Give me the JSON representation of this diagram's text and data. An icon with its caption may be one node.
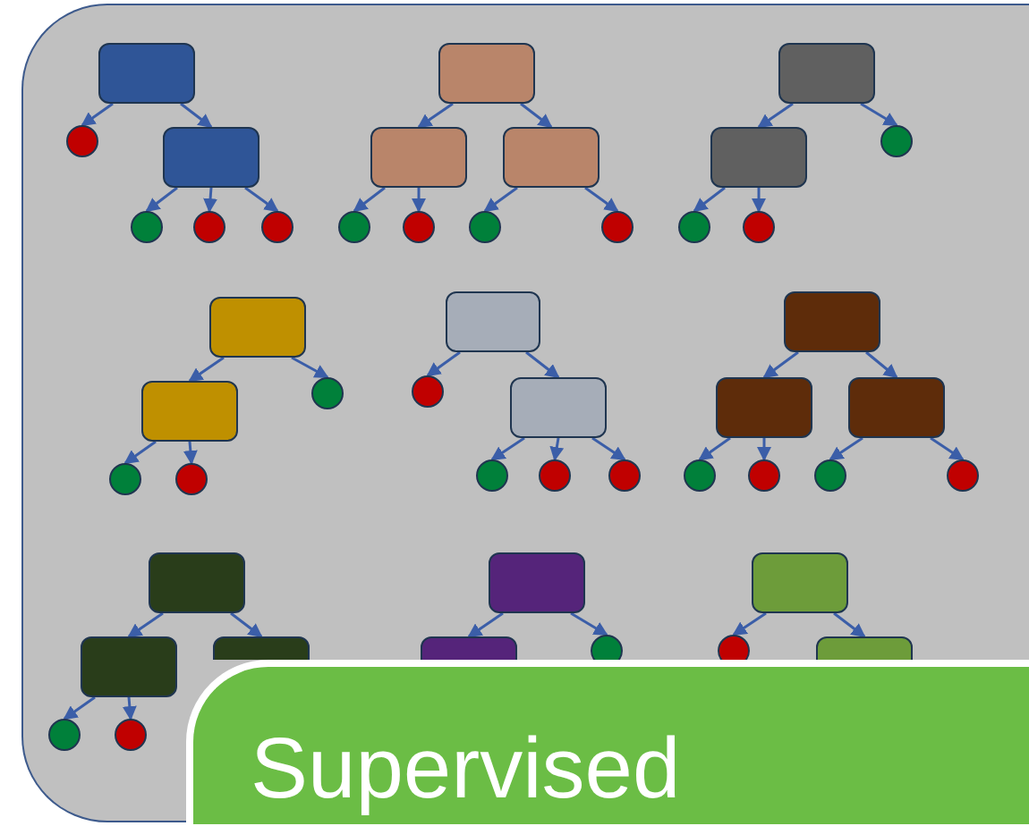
{
  "diagram": {
    "nodes": [
      {
        "text": [],
        "shape": "box"
      },
      {
        "text": [],
        "shape": "box",
        "in": 0
      },
      {
        "text": [],
        "shape": "circle",
        "in": 0
      },
      {
        "text": [],
        "shape": "box",
        "in": 0
      },
      {
        "text": [],
        "shape": "circle",
        "in": 0
      },
      {
        "text": [],
        "shape": "circle",
        "in": 0
      },
      {
        "text": [],
        "shape": "circle",
        "in": 0
      },
      {
        "text": [],
        "shape": "box",
        "in": 0
      },
      {
        "text": [],
        "shape": "box",
        "in": 0
      },
      {
        "text": [],
        "shape": "box",
        "in": 0
      },
      {
        "text": [],
        "shape": "circle",
        "in": 0
      },
      {
        "text": [],
        "shape": "circle",
        "in": 0
      },
      {
        "text": [],
        "shape": "circle",
        "in": 0
      },
      {
        "text": [],
        "shape": "circle",
        "in": 0
      },
      {
        "text": [],
        "shape": "box",
        "in": 0
      },
      {
        "text": [],
        "shape": "box",
        "in": 0
      },
      {
        "text": [],
        "shape": "circle",
        "in": 0
      },
      {
        "text": [],
        "shape": "circle",
        "in": 0
      },
      {
        "text": [],
        "shape": "circle",
        "in": 0
      },
      {
        "text": [],
        "shape": "box",
        "in": 0
      },
      {
        "text": [],
        "shape": "box",
        "in": 0
      },
      {
        "text": [],
        "shape": "circle",
        "in": 0
      },
      {
        "text": [],
        "shape": "circle",
        "in": 0
      },
      {
        "text": [],
        "shape": "circle",
        "in": 0
      },
      {
        "text": [],
        "shape": "box",
        "in": 0
      },
      {
        "text": [],
        "shape": "circle",
        "in": 0
      },
      {
        "text": [],
        "shape": "box",
        "in": 0
      },
      {
        "text": [],
        "shape": "circle",
        "in": 0
      },
      {
        "text": [],
        "shape": "circle",
        "in": 0
      },
      {
        "text": [],
        "shape": "circle",
        "in": 0
      },
      {
        "text": [],
        "shape": "box",
        "in": 0
      },
      {
        "text": [],
        "shape": "box",
        "in": 0
      },
      {
        "text": [],
        "shape": "box",
        "in": 0
      },
      {
        "text": [],
        "shape": "circle",
        "in": 0
      },
      {
        "text": [],
        "shape": "circle",
        "in": 0
      },
      {
        "text": [],
        "shape": "circle",
        "in": 0
      },
      {
        "text": [],
        "shape": "circle",
        "in": 0
      },
      {
        "text": [],
        "shape": "box",
        "in": 0
      },
      {
        "text": [],
        "shape": "box",
        "in": 0
      },
      {
        "text": [],
        "shape": "box",
        "in": 0
      },
      {
        "text": [],
        "shape": "circle",
        "in": 0
      },
      {
        "text": [],
        "shape": "circle",
        "in": 0
      },
      {
        "text": [],
        "shape": "box",
        "in": 0
      },
      {
        "text": [],
        "shape": "box",
        "in": 0
      },
      {
        "text": [],
        "shape": "circle",
        "in": 0
      },
      {
        "text": [],
        "shape": "box",
        "in": 0
      },
      {
        "text": [],
        "shape": "circle",
        "in": 0
      },
      {
        "text": [],
        "shape": "box",
        "in": 0
      },
      {
        "text": [
          "Supervised"
        ],
        "in": 0
      }
    ],
    "edges": [
      {
        "from": 1,
        "to": 2,
        "arrow": "to"
      },
      {
        "from": 1,
        "to": 3,
        "arrow": "to"
      },
      {
        "from": 3,
        "to": 4,
        "arrow": "to"
      },
      {
        "from": 3,
        "to": 5,
        "arrow": "to"
      },
      {
        "from": 3,
        "to": 6,
        "arrow": "to"
      },
      {
        "from": 7,
        "to": 8,
        "arrow": "to"
      },
      {
        "from": 7,
        "to": 9,
        "arrow": "to"
      },
      {
        "from": 8,
        "to": 10,
        "arrow": "to"
      },
      {
        "from": 8,
        "to": 11,
        "arrow": "to"
      },
      {
        "from": 9,
        "to": 12,
        "arrow": "to"
      },
      {
        "from": 9,
        "to": 13,
        "arrow": "to"
      },
      {
        "from": 14,
        "to": 15,
        "arrow": "to"
      },
      {
        "from": 14,
        "to": 16,
        "arrow": "to"
      },
      {
        "from": 15,
        "to": 17,
        "arrow": "to"
      },
      {
        "from": 15,
        "to": 18,
        "arrow": "to"
      },
      {
        "from": 19,
        "to": 20,
        "arrow": "to"
      },
      {
        "from": 19,
        "to": 21,
        "arrow": "to"
      },
      {
        "from": 20,
        "to": 22,
        "arrow": "to"
      },
      {
        "from": 20,
        "to": 23,
        "arrow": "to"
      },
      {
        "from": 24,
        "to": 25,
        "arrow": "to"
      },
      {
        "from": 24,
        "to": 26,
        "arrow": "to"
      },
      {
        "from": 26,
        "to": 27,
        "arrow": "to"
      },
      {
        "from": 26,
        "to": 28,
        "arrow": "to"
      },
      {
        "from": 26,
        "to": 29,
        "arrow": "to"
      },
      {
        "from": 30,
        "to": 31,
        "arrow": "to"
      },
      {
        "from": 30,
        "to": 32,
        "arrow": "to"
      },
      {
        "from": 31,
        "to": 33,
        "arrow": "to"
      },
      {
        "from": 31,
        "to": 34,
        "arrow": "to"
      },
      {
        "from": 32,
        "to": 35,
        "arrow": "to"
      },
      {
        "from": 32,
        "to": 36,
        "arrow": "to"
      },
      {
        "from": 37,
        "to": 38,
        "arrow": "to"
      },
      {
        "from": 37,
        "to": 39,
        "arrow": "to"
      },
      {
        "from": 38,
        "to": 40,
        "arrow": "to"
      },
      {
        "from": 38,
        "to": 41,
        "arrow": "to"
      },
      {
        "from": 42,
        "to": 43,
        "arrow": "to"
      },
      {
        "from": 42,
        "to": 44,
        "arrow": "to"
      },
      {
        "from": 45,
        "to": 46,
        "arrow": "to"
      },
      {
        "from": 45,
        "to": 47,
        "arrow": "to"
      }
    ]
  }
}
